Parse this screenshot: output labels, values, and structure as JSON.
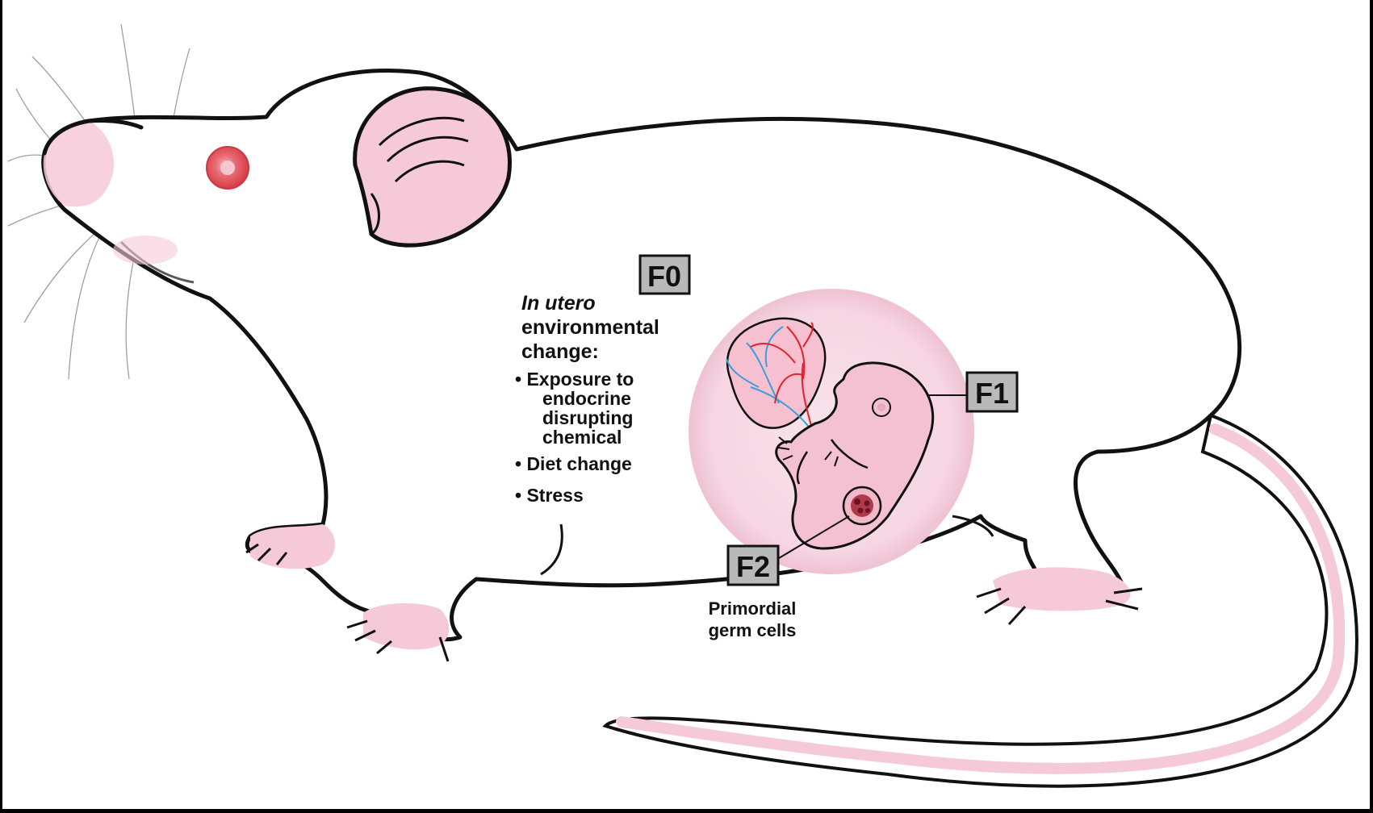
{
  "labels": {
    "f0": "F0",
    "f1": "F1",
    "f2": "F2"
  },
  "text_block": {
    "heading_italic": "In utero",
    "heading_line2": "environmental",
    "heading_line3": "change:",
    "bullet1_line1": "• Exposure  to",
    "bullet1_line2": "endocrine",
    "bullet1_line3": "disrupting",
    "bullet1_line4": "chemical",
    "bullet2": "• Diet change",
    "bullet3": "• Stress"
  },
  "germ_cells_label": {
    "line1": "Primordial",
    "line2": "germ cells"
  },
  "colors": {
    "background": "#000000",
    "body": "#ffffff",
    "outline": "#111111",
    "pink": "#f6c9d8",
    "pink_light": "#f7dde6",
    "eye": "#e8555a",
    "artery": "#e4202a",
    "vein": "#3aa0d8",
    "label_box": "#b9b9b9"
  },
  "icons": [
    "mouse-illustration",
    "embryo-icon",
    "placenta-icon",
    "germ-cell-icon"
  ]
}
